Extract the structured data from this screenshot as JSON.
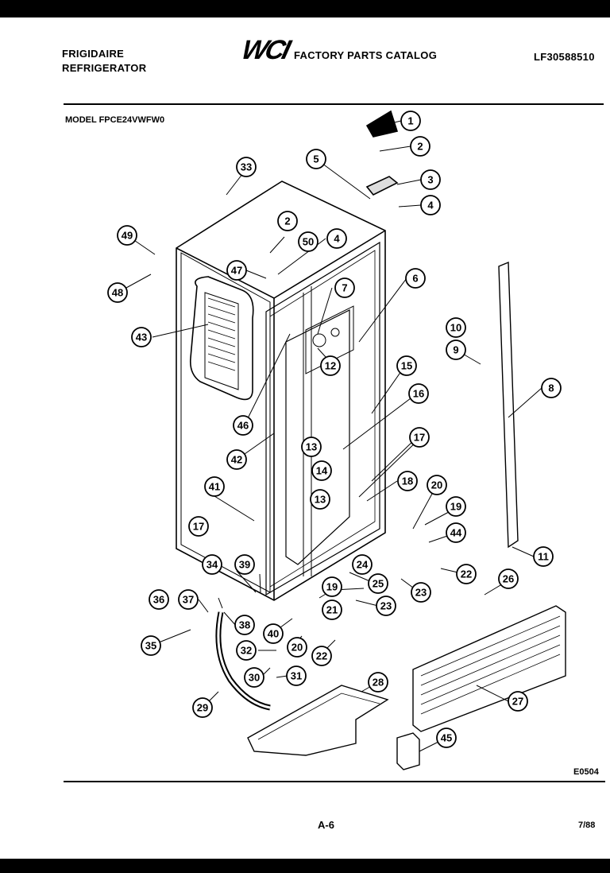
{
  "header": {
    "brand_line1": "FRIGIDAIRE",
    "brand_line2": "REFRIGERATOR",
    "logo": "WCI",
    "catalog_title": "FACTORY PARTS CATALOG",
    "part_number": "LF30588510"
  },
  "model_label": "MODEL FPCE24VWFW0",
  "drawing_code": "E0504",
  "page_label": "A-6",
  "date_label": "7/88",
  "callouts": [
    "1",
    "2",
    "3",
    "4",
    "5",
    "2",
    "50",
    "4",
    "33",
    "49",
    "48",
    "47",
    "6",
    "7",
    "43",
    "12",
    "10",
    "9",
    "8",
    "15",
    "16",
    "46",
    "13",
    "14",
    "42",
    "17",
    "13",
    "18",
    "41",
    "20",
    "19",
    "17",
    "44",
    "11",
    "22",
    "26",
    "34",
    "39",
    "24",
    "25",
    "36",
    "37",
    "19",
    "23",
    "21",
    "23",
    "38",
    "40",
    "35",
    "20",
    "22",
    "32",
    "30",
    "31",
    "28",
    "27",
    "29",
    "45"
  ]
}
